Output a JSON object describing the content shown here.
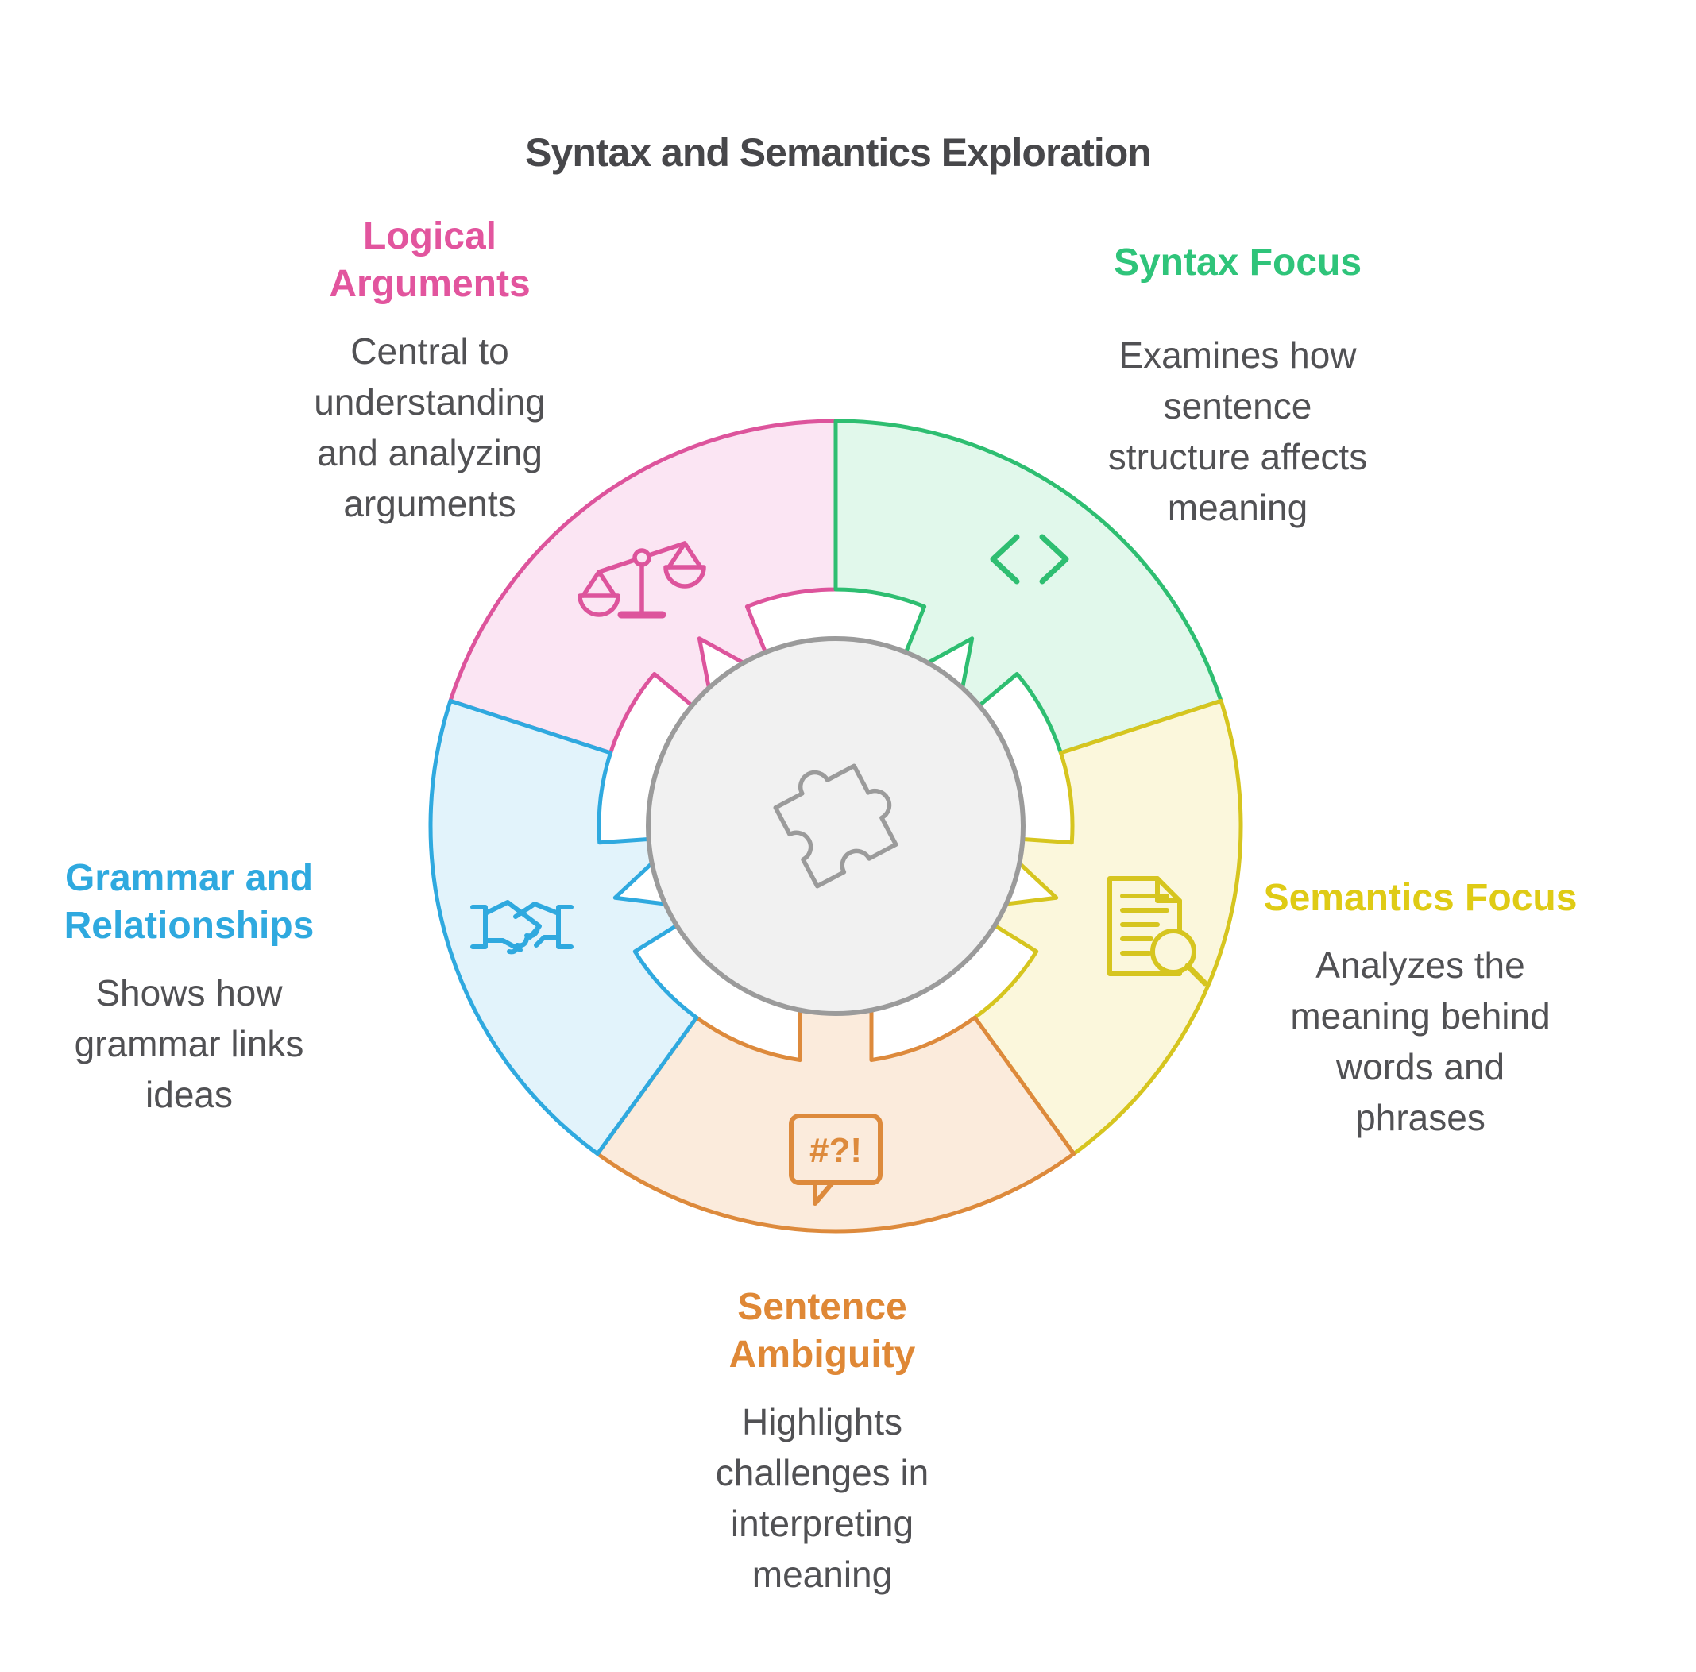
{
  "title": "Syntax and Semantics Exploration",
  "center": {
    "icon": "puzzle-piece-icon",
    "circle_fill": "#F1F1F1",
    "circle_stroke": "#9B9B9B"
  },
  "segments": [
    {
      "id": "logical-arguments",
      "label": "Logical\nArguments",
      "description": "Central to\nunderstanding\nand analyzing\narguments",
      "icon": "scales-icon",
      "stroke": "#DD549C",
      "fill": "#FBE5F3",
      "label_color": "#E2559E"
    },
    {
      "id": "syntax-focus",
      "label": "Syntax Focus",
      "description": "Examines how\nsentence\nstructure affects\nmeaning",
      "icon": "code-brackets-icon",
      "stroke": "#2EBE71",
      "fill": "#E1F8EB",
      "label_color": "#2FC47A"
    },
    {
      "id": "semantics-focus",
      "label": "Semantics Focus",
      "description": "Analyzes the\nmeaning behind\nwords and\nphrases",
      "icon": "document-search-icon",
      "stroke": "#D6C51F",
      "fill": "#FBF7DC",
      "label_color": "#DFCB15"
    },
    {
      "id": "sentence-ambiguity",
      "label": "Sentence\nAmbiguity",
      "description": "Highlights\nchallenges in\ninterpreting\nmeaning",
      "icon": "speech-bubble-icon",
      "bubble_text": "#?!",
      "stroke": "#DD8A3C",
      "fill": "#FBEBDC",
      "label_color": "#DF8836"
    },
    {
      "id": "grammar-relationships",
      "label": "Grammar and\nRelationships",
      "description": "Shows how\ngrammar links\nideas",
      "icon": "handshake-icon",
      "stroke": "#2FA9DF",
      "fill": "#E2F3FB",
      "label_color": "#2FA9DF"
    }
  ]
}
